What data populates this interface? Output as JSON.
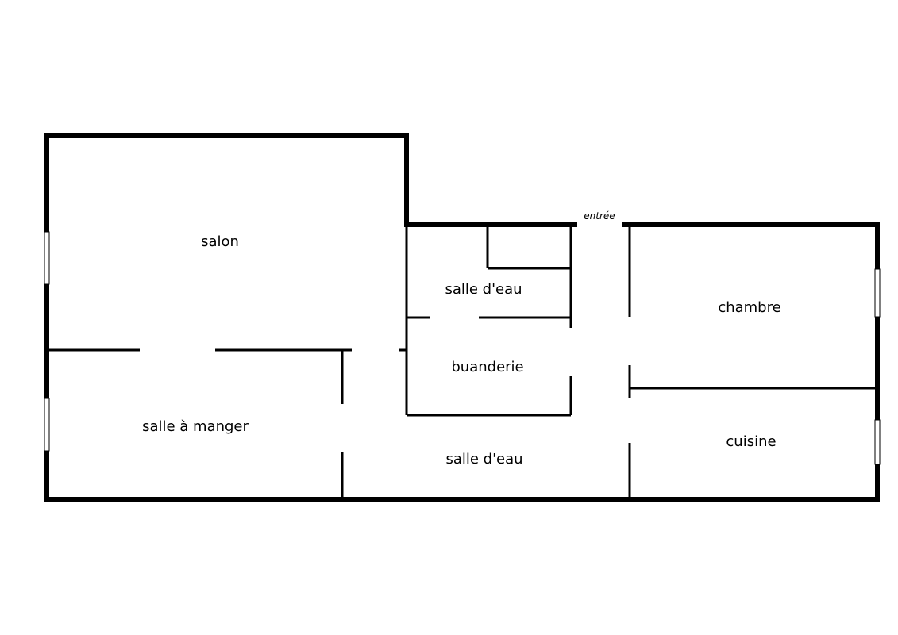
{
  "plan": {
    "entry_label": "entrée",
    "rooms": {
      "salon": "salon",
      "salle_a_manger": "salle à manger",
      "salle_deau_top": "salle d'eau",
      "buanderie": "buanderie",
      "salle_deau_bottom": "salle d'eau",
      "chambre": "chambre",
      "cuisine": "cuisine"
    }
  }
}
